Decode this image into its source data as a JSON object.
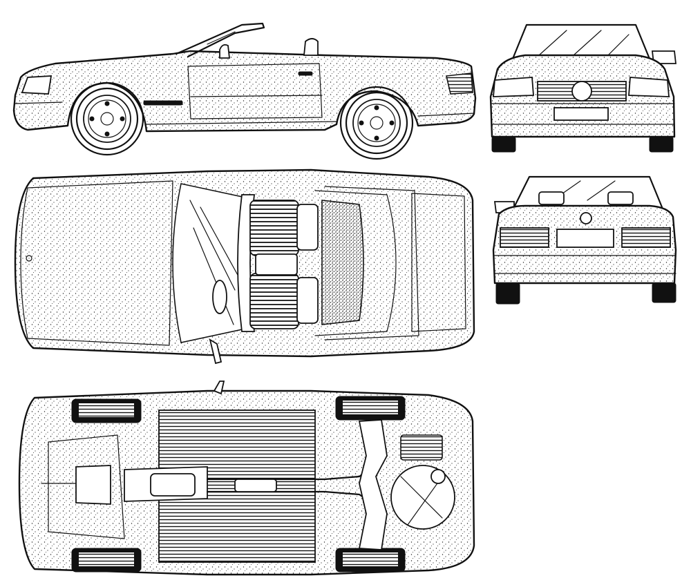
{
  "drawing": {
    "subject": "convertible-car-blueprint",
    "views": [
      "side",
      "top",
      "underside",
      "front",
      "rear"
    ]
  },
  "colors": {
    "ink": "#111111",
    "paper": "#ffffff"
  }
}
